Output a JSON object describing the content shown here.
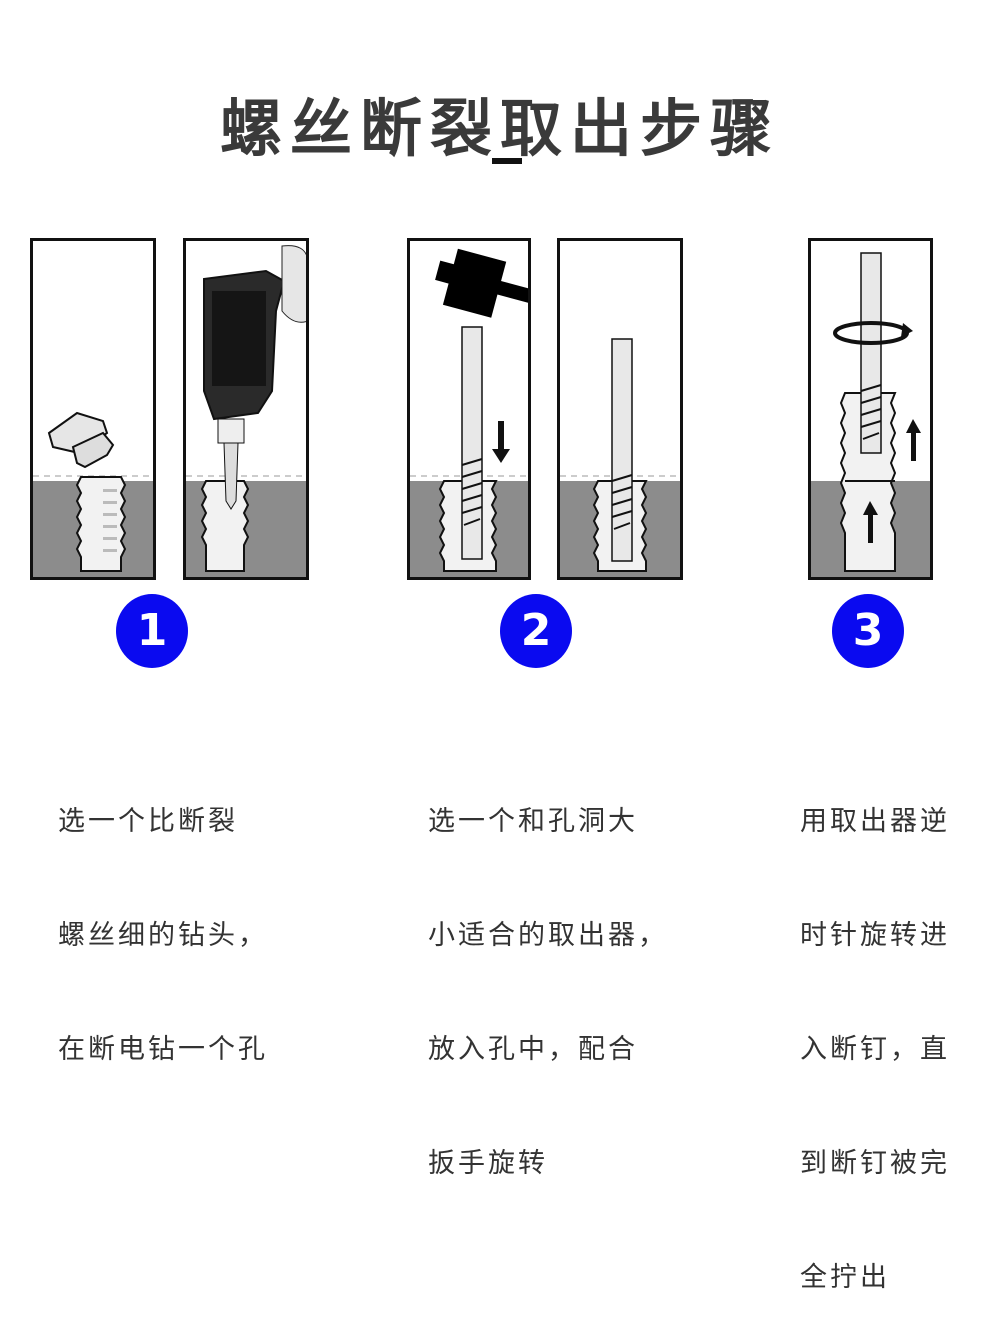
{
  "title": "螺丝断裂取出步骤",
  "colors": {
    "step_badge": "#0a0af0",
    "ground": "#8c8c8c",
    "title": "#3a3a3a",
    "text": "#333333"
  },
  "panels": [
    {
      "id": "p1",
      "depicts": "broken-bolt-head-above-threaded-stub"
    },
    {
      "id": "p2",
      "depicts": "drill-boring-hole-in-stub"
    },
    {
      "id": "p3",
      "depicts": "hammer-tapping-extractor-into-hole"
    },
    {
      "id": "p4",
      "depicts": "extractor-seated-in-hole"
    },
    {
      "id": "p5",
      "depicts": "extractor-rotated-counterclockwise-removing-stub"
    }
  ],
  "steps": [
    {
      "number": "1",
      "lines": [
        "选一个比断裂",
        "螺丝细的钻头，",
        "在断电钻一个孔"
      ]
    },
    {
      "number": "2",
      "lines": [
        "选一个和孔洞大",
        "小适合的取出器，",
        "放入孔中，配合",
        "扳手旋转"
      ]
    },
    {
      "number": "3",
      "lines": [
        "用取出器逆",
        "时针旋转进",
        "入断钉，直",
        "到断钉被完",
        "全拧出"
      ]
    }
  ]
}
